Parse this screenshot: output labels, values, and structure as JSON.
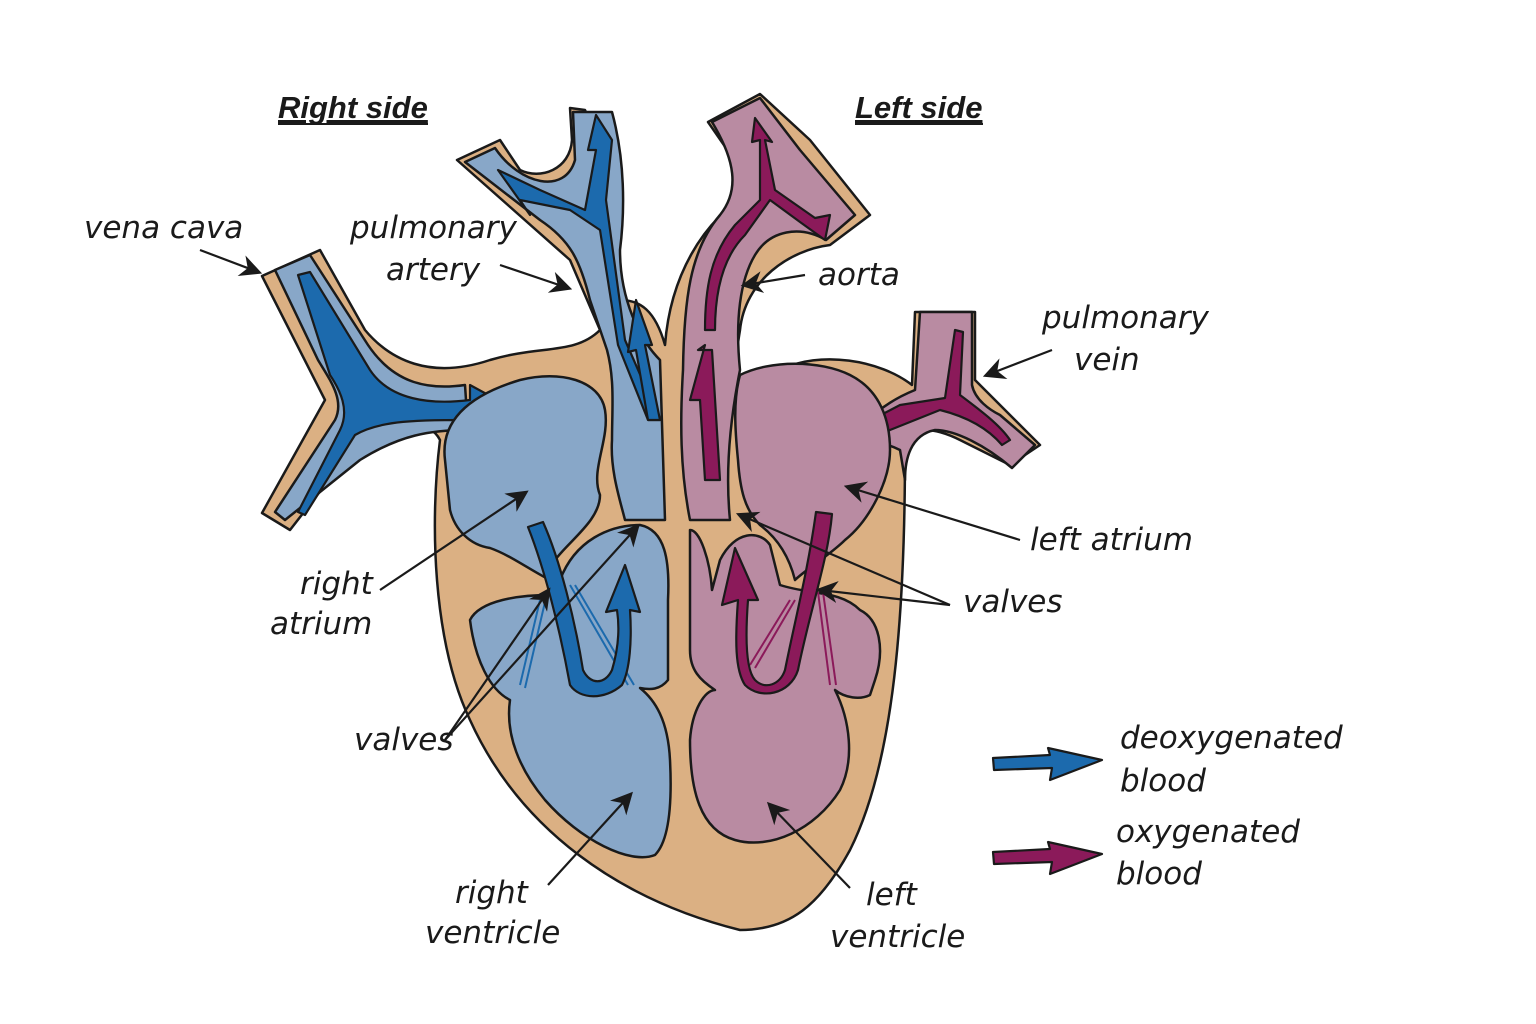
{
  "headings": {
    "right_side": "Right side",
    "left_side": "Left side"
  },
  "labels": {
    "vena_cava": "vena cava",
    "pulmonary_artery": [
      "pulmonary",
      "artery"
    ],
    "aorta": "aorta",
    "pulmonary_vein": [
      "pulmonary",
      "vein"
    ],
    "left_atrium": "left atrium",
    "right_atrium": [
      "right",
      "atrium"
    ],
    "valves_left": "valves",
    "valves_right": "valves",
    "right_ventricle": [
      "right",
      "ventricle"
    ],
    "left_ventricle": [
      "left",
      "ventricle"
    ]
  },
  "legend": {
    "items": [
      {
        "name": "deoxygenated",
        "lines": [
          "deoxygenated",
          "blood"
        ],
        "color": "#1c6aad"
      },
      {
        "name": "oxygenated",
        "lines": [
          "oxygenated",
          "blood"
        ],
        "color": "#8b1a5a"
      }
    ]
  },
  "colors": {
    "wall": "#dbb083",
    "deoxygenated_chamber": "#88a7c8",
    "oxygenated_chamber": "#b98ba2",
    "deoxygenated_arrow": "#1c6aad",
    "oxygenated_arrow": "#8b1a5a",
    "outline": "#1a1a1a"
  }
}
